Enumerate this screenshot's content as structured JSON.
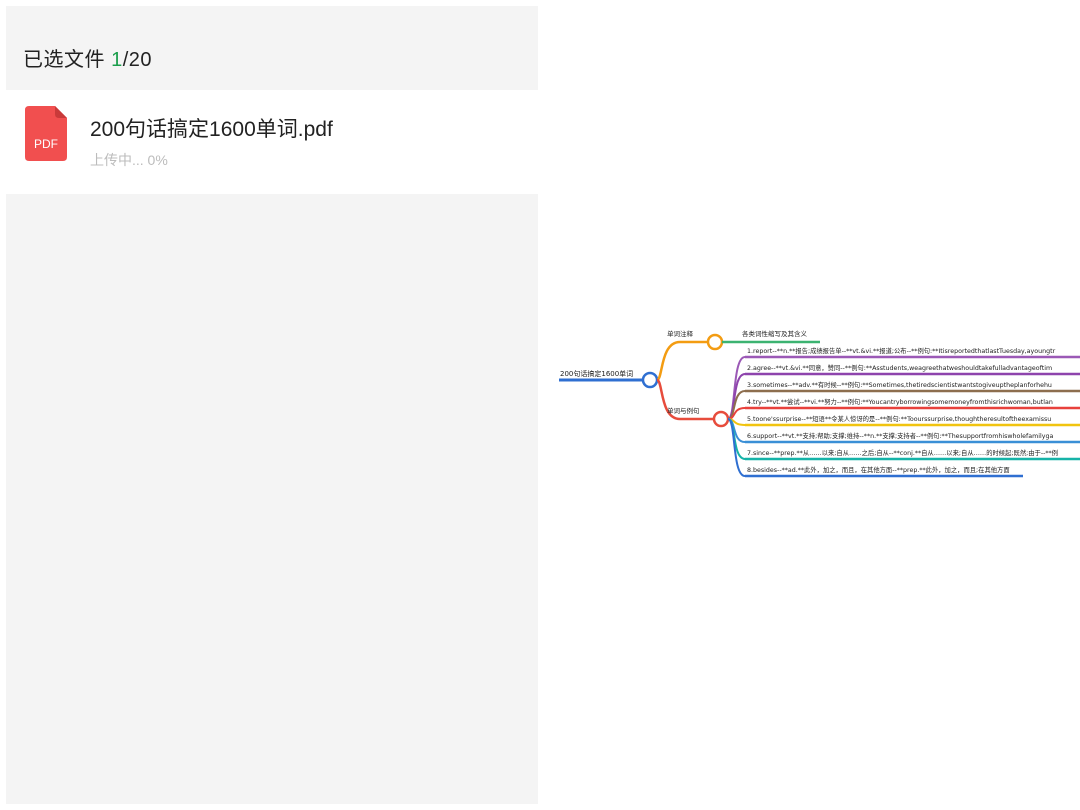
{
  "header": {
    "label": "已选文件",
    "count_current": "1",
    "count_total": "/20"
  },
  "file": {
    "icon": "pdf-file-icon",
    "icon_label": "PDF",
    "icon_color": "#f14f4f",
    "name": "200句话搞定1600单词.pdf",
    "status": "上传中... 0%"
  },
  "mindmap": {
    "root": "200句话搞定1600单词",
    "branches": [
      {
        "label": "单词注释",
        "color": "#f39c12"
      },
      {
        "label": "单词与例句",
        "color": "#e74c3c"
      }
    ],
    "note": "各类词性缩写及其含义",
    "items": [
      {
        "text": "1.report--**n.**报告;成绩报告单--**vt.&vi.**报道;公布--**例句:**ItisreportedthatlastTuesday,ayoungtr",
        "color": "#9b59b6"
      },
      {
        "text": "2.agree--**vt.&vi.**同意，赞同--**例句:**Asstudents,weagreethatweshouldtakefulladvantageoftim",
        "color": "#8e44ad"
      },
      {
        "text": "3.sometimes--**adv.**有时候--**例句:**Sometimes,thetiredscientistwantstogiveuptheplanforhehu",
        "color": "#8d6e4e"
      },
      {
        "text": "4.try--**vt.**尝试--**vi.**努力--**例句:**Youcantryborrowingsomemoneyfromthisrichwoman,butlan",
        "color": "#e8413c"
      },
      {
        "text": "5.toone'ssurprise--**短语**令某人惊讶的是--**例句:**Toourssurprise,thoughtheresultoftheexamissu",
        "color": "#f1c40f"
      },
      {
        "text": "6.support--**vt.**支持;帮助;支撑;维持--**n.**支撑;支持者--**例句:**Thesupportfromhiswholefamilyga",
        "color": "#3a8fd6"
      },
      {
        "text": "7.since--**prep.**从……以来;自从……之后;自从--**conj.**自从……以来;自从……的时候起;既然;由于--**例",
        "color": "#16b3a8"
      },
      {
        "text": "8.besides--**ad.**此外，加之，而且，在其他方面--**prep.**此外，加之，而且;在其他方面",
        "color": "#2f6fd1"
      }
    ]
  }
}
